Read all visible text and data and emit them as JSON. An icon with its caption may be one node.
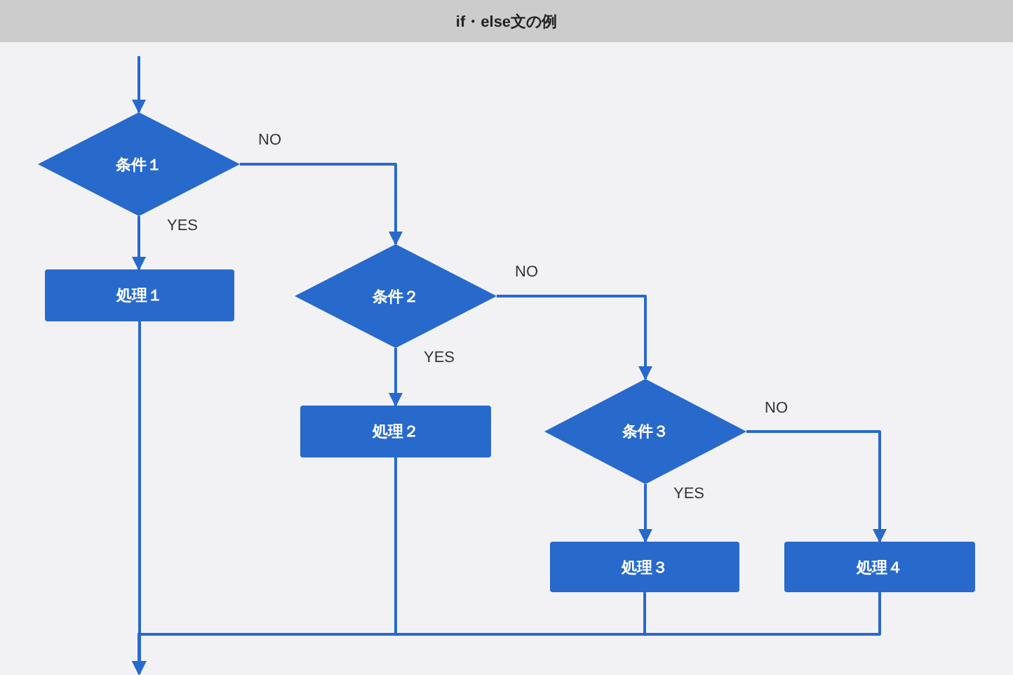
{
  "diagram": {
    "title": "if・else文の例",
    "nodes": [
      {
        "text": [
          "条件１"
        ]
      },
      {
        "text": [
          "処理１"
        ]
      },
      {
        "text": [
          "条件２"
        ]
      },
      {
        "text": [
          "処理２"
        ]
      },
      {
        "text": [
          "条件３"
        ]
      },
      {
        "text": [
          "処理３"
        ]
      },
      {
        "text": [
          "処理４"
        ]
      }
    ],
    "edges": [
      {
        "from": null,
        "to": 0,
        "arrow": "to"
      },
      {
        "from": 0,
        "to": 1,
        "arrow": "to",
        "label": "YES"
      },
      {
        "from": 0,
        "to": 2,
        "arrow": "to",
        "label": "NO"
      },
      {
        "from": 2,
        "to": 3,
        "arrow": "to",
        "label": "YES"
      },
      {
        "from": 2,
        "to": 4,
        "arrow": "to",
        "label": "NO"
      },
      {
        "from": 4,
        "to": 5,
        "arrow": "to",
        "label": "YES"
      },
      {
        "from": 4,
        "to": 6,
        "arrow": "to",
        "label": "NO"
      },
      {
        "from": 1,
        "to": null,
        "arrow": "to"
      },
      {
        "from": 3,
        "to": null,
        "arrow": "to"
      },
      {
        "from": 5,
        "to": null,
        "arrow": "to"
      },
      {
        "from": 6,
        "to": null,
        "arrow": "to"
      }
    ]
  }
}
